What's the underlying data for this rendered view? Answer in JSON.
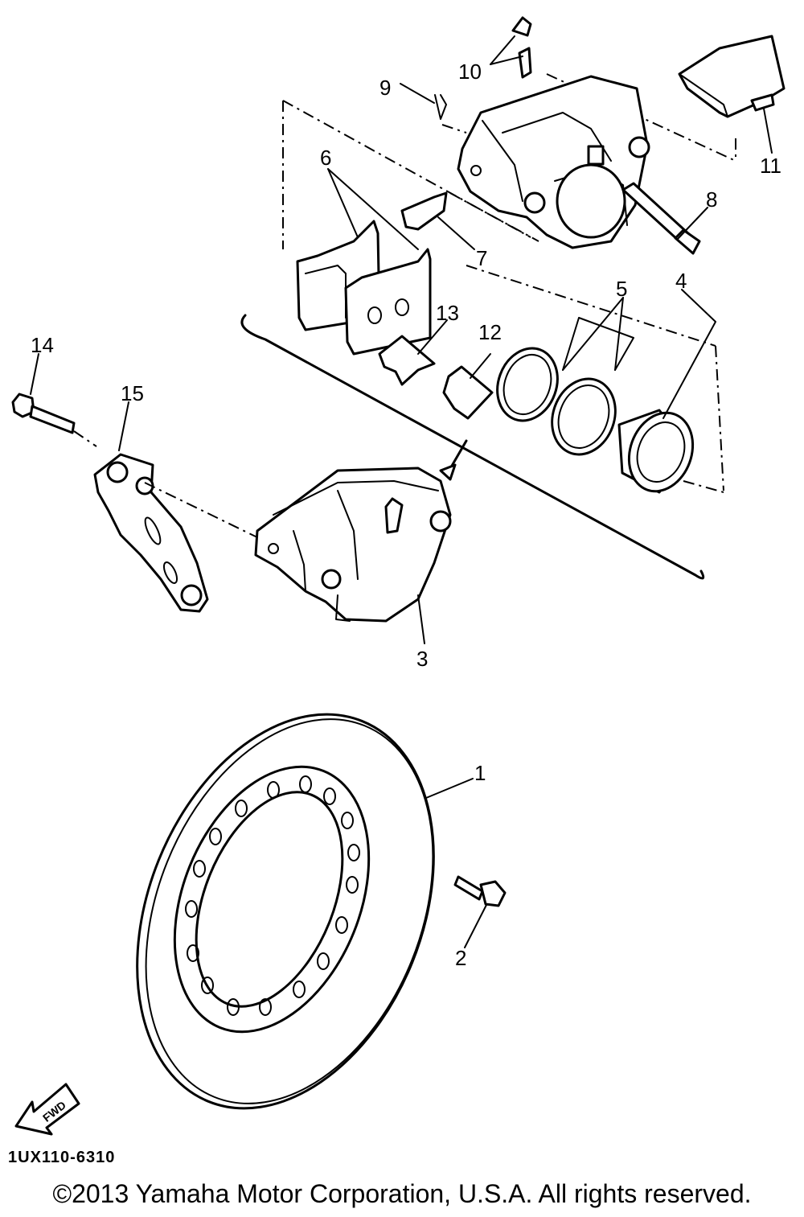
{
  "callouts": {
    "c1": "1",
    "c2": "2",
    "c3": "3",
    "c4": "4",
    "c5": "5",
    "c6": "6",
    "c7": "7",
    "c8": "8",
    "c9": "9",
    "c10": "10",
    "c11": "11",
    "c12": "12",
    "c13": "13",
    "c14": "14",
    "c15": "15"
  },
  "fwd_arrow_label": "FWD",
  "diagram_code": "1UX110-6310",
  "copyright": "©2013 Yamaha Motor Corporation, U.S.A. All rights reserved."
}
